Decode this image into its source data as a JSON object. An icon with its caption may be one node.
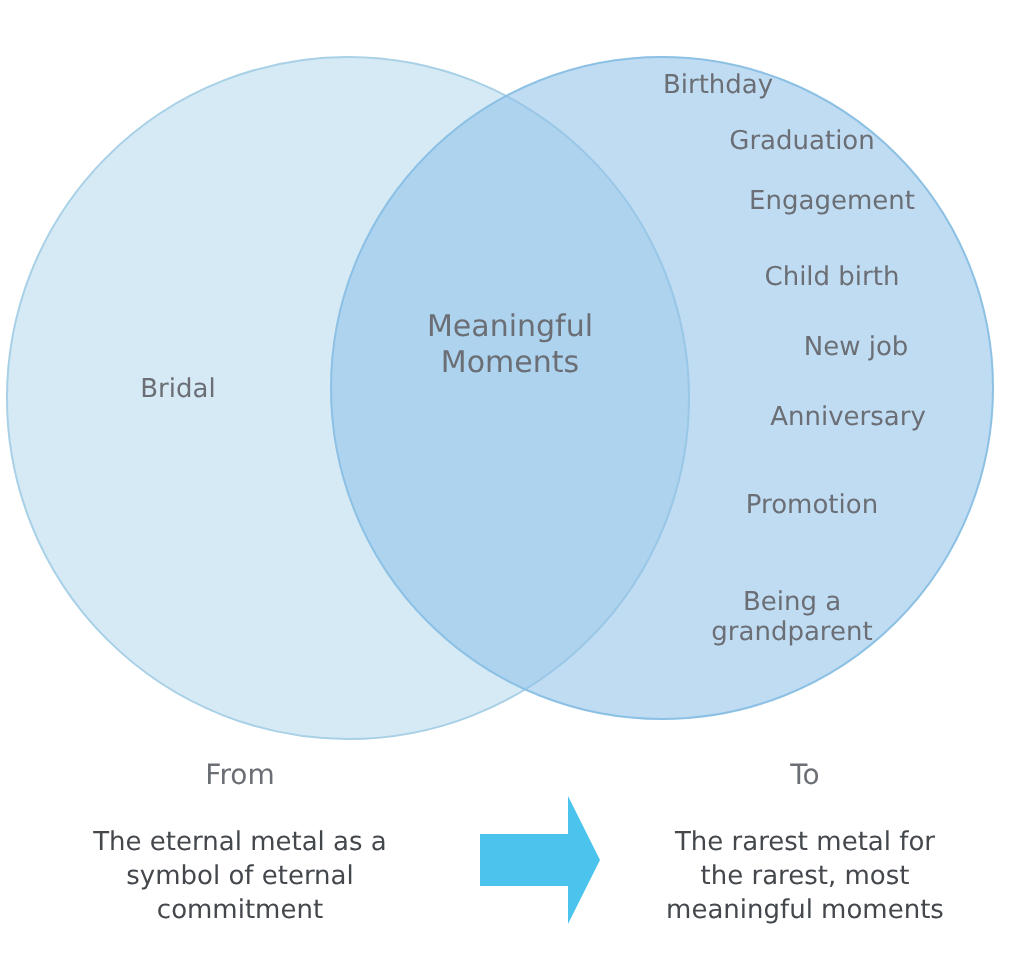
{
  "diagram": {
    "nodes": [
      {
        "text": [
          "Bridal"
        ]
      },
      {
        "text": [
          "Birthday",
          "Graduation",
          "Engagement",
          "Child birth",
          "New job",
          "Anniversary",
          "Promotion",
          "Being a grandparent"
        ]
      },
      {
        "text": [
          "From",
          "The eternal metal as a symbol of eternal commitment"
        ]
      },
      {
        "text": [
          "To",
          "The rarest metal for the rarest, most meaningful moments"
        ]
      }
    ],
    "edges": [
      {
        "from": 2,
        "to": 3,
        "arrow": "to",
        "style": "thick",
        "color": "#4cc3ec"
      }
    ],
    "labels": [
      "Meaningful Moments"
    ]
  }
}
